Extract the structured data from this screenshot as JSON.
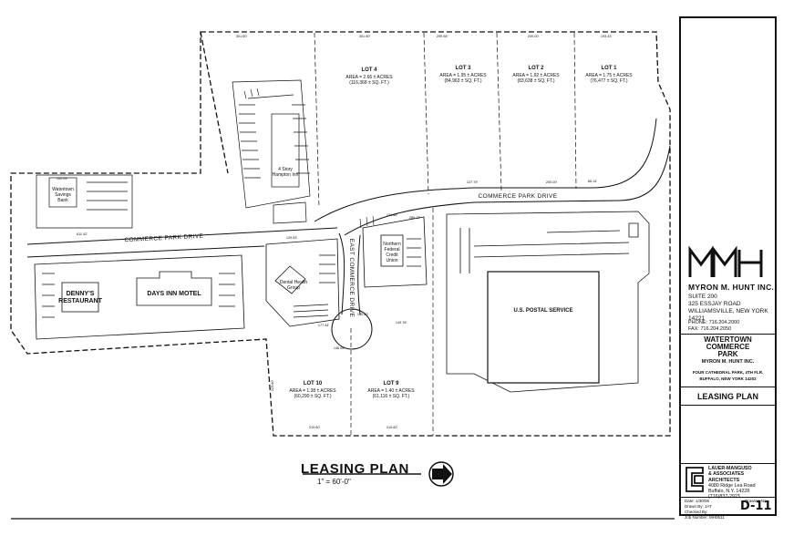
{
  "lots": {
    "lot4": {
      "name": "LOT 4",
      "area": "AREA = 2.66 ± ACRES",
      "sqft": "(116,368 ± SQ. FT.)"
    },
    "lot3": {
      "name": "LOT 3",
      "area": "AREA = 1.95 ± ACRES",
      "sqft": "(84,963 ± SQ. FT.)"
    },
    "lot2": {
      "name": "LOT 2",
      "area": "AREA = 1.92 ± ACRES",
      "sqft": "(83,638 ± SQ. FT.)"
    },
    "lot1": {
      "name": "LOT 1",
      "area": "AREA = 1.75 ± ACRES",
      "sqft": "(76,477 ± SQ. FT.)"
    },
    "lot10": {
      "name": "LOT 10",
      "area": "AREA = 1.38 ± ACRES",
      "sqft": "(60,290 ± SQ. FT.)"
    },
    "lot9": {
      "name": "LOT 9",
      "area": "AREA = 1.40 ± ACRES",
      "sqft": "(61,116 ± SQ. FT.)"
    }
  },
  "buildings": {
    "hampton": {
      "line1": "4 Story",
      "line2": "Hampton Inn"
    },
    "bank": {
      "line1": "Watertown",
      "line2": "Savings",
      "line3": "Bank"
    },
    "dennys": {
      "line1": "DENNY'S",
      "line2": "RESTAURANT"
    },
    "daysinn": "DAYS INN MOTEL",
    "dental": {
      "line1": "Dental Health",
      "line2": "Group"
    },
    "credit_union": {
      "line1": "Northern",
      "line2": "Federal",
      "line3": "Credit",
      "line4": "Union"
    },
    "postal": "U.S. POSTAL SERVICE"
  },
  "roads": {
    "commerce_left": "COMMERCE PARK DRIVE",
    "commerce_right": "COMMERCE PARK DRIVE",
    "east_commerce": "EAST COMMERCE DRIVE"
  },
  "dims": [
    "301.60'",
    "301.60'",
    "299.98'",
    "200.00'",
    "193.43'",
    "200.00'",
    "286.72'",
    "127.79'",
    "86.14'",
    "611.42'",
    "102.09'",
    "129.83'",
    "131.88'",
    "143.78'",
    "219.60'",
    "210.60'",
    "177.44'",
    "140.00'",
    "146.08'",
    "223.60'"
  ],
  "footer": {
    "title": "LEASING PLAN",
    "scale": "1\" = 60'-0\""
  },
  "titleblock": {
    "firm": "MYRON M. HUNT INC.",
    "suite": "SUITE 200",
    "street": "325 ESSJAY ROAD",
    "city": "WILLIAMSVILLE, NEW YORK 14221",
    "phone": "PHONE: 716.204.2000",
    "fax": "FAX:     716.204.2050",
    "project_line1": "WATERTOWN",
    "project_line2": "COMMERCE",
    "project_line3": "PARK",
    "project_owner": "MYRON M. HUNT INC.",
    "project_addr1": "FOUR CATHEDRAL PARK, 4TH FLR.",
    "project_addr2": "BUFFALO, NEW YORK 14202",
    "sheet_title": "LEASING PLAN",
    "arch1": "LAUER-MANGUSO",
    "arch2": "& ASSOCIATES",
    "arch3": "ARCHITECTS",
    "arch4": "4080 Ridge Lea Road",
    "arch5": "Buffalo, N.Y. 14228",
    "arch6": "(716)837-2923",
    "date_label": "Date:",
    "date_value": "1/30/06",
    "drawn_label": "Drawn By:",
    "drawn_value": "JAT",
    "checked_label": "Checked By:",
    "job_label": "Job Number:",
    "job_value": "MH0511",
    "drawing_label": "Drawing No.",
    "drawing_no": "D-11"
  }
}
